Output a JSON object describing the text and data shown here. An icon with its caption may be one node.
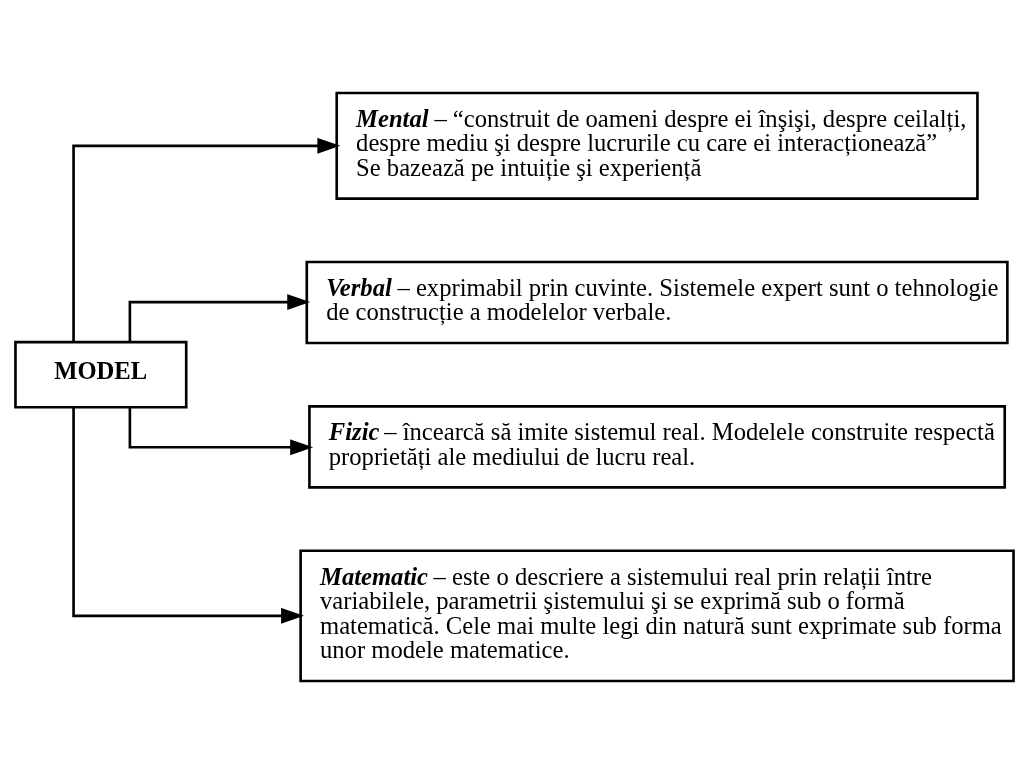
{
  "diagram": {
    "nodes": [
      {
        "text": [
          "MODEL"
        ]
      },
      {
        "text": [
          "Mental",
          "– “construit de oameni despre ei înşişi, despre ceilalți, despre mediu şi despre lucrurile cu care ei interacționează”",
          "Se bazează pe intuiție şi experiență"
        ]
      },
      {
        "text": [
          "Verbal",
          "– exprimabil prin cuvinte. Sistemele expert sunt o tehnologie de construcție a modelelor verbale."
        ]
      },
      {
        "text": [
          "Fizic",
          "– încearcă să imite sistemul real. Modelele construite respectă proprietăți ale mediului de lucru real."
        ]
      },
      {
        "text": [
          "Matematic",
          "– este o descriere a sistemului real prin relații între variabilele, parametrii şistemului şi se exprimă sub o formă matematică. Cele mai multe legi din natură sunt exprimate sub forma unor modele matematice."
        ]
      }
    ],
    "edges": [
      {
        "from": 0,
        "to": 1,
        "arrow": "to"
      },
      {
        "from": 0,
        "to": 2,
        "arrow": "to"
      },
      {
        "from": 0,
        "to": 3,
        "arrow": "to"
      },
      {
        "from": 0,
        "to": 4,
        "arrow": "to"
      }
    ]
  }
}
